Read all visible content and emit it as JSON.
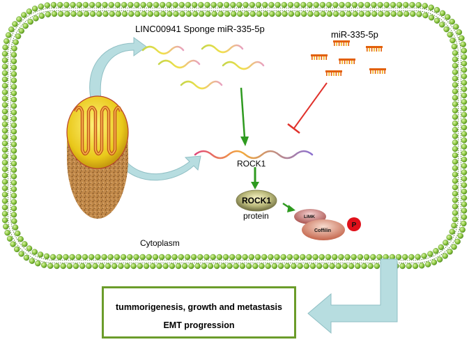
{
  "diagram": {
    "sponge_label": "LINC00941 Sponge miR-335-5p",
    "mirna_label": "miR-335-5p",
    "rock1_mrna_label": "ROCK1",
    "rock1_protein_node": "ROCK1",
    "protein_label": "protein",
    "limk_label": "LIMK",
    "cofilin_label": "Coffilin",
    "phospho_label": "P",
    "cytoplasm_label": "Cytoplasm",
    "outcome_line1": "tummorigenesis, growth and metastasis",
    "outcome_line2": "EMT progression"
  },
  "colors": {
    "membrane_bead": "#8cc63f",
    "membrane_line": "#3a6a10",
    "activation_arrow": "#2e9a1f",
    "inhibition": "#e0312b",
    "large_arrow": "#b7dde0",
    "outcome_border": "#6b9c2a"
  }
}
